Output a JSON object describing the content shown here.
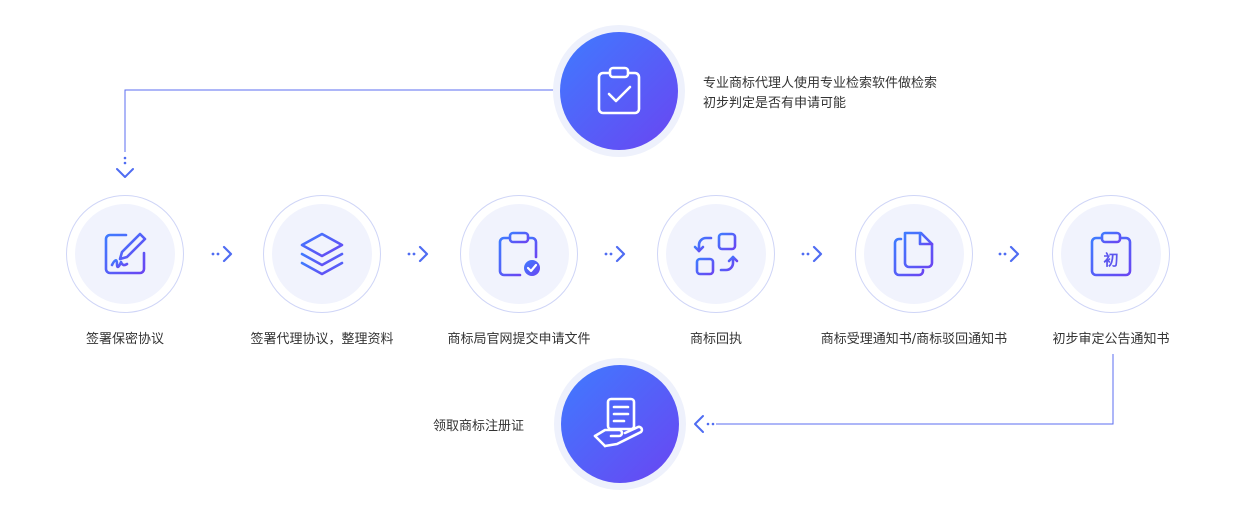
{
  "top_node": {
    "icon": "clipboard-check-icon",
    "description_lines": [
      "专业商标代理人使用专业检索软件做检索",
      "初步判定是否有申请可能"
    ]
  },
  "steps": [
    {
      "label": "签署保密协议",
      "icon": "signature-pen-icon"
    },
    {
      "label": "签署代理协议，整理资料",
      "icon": "layers-icon"
    },
    {
      "label": "商标局官网提交申请文件",
      "icon": "clipboard-submit-icon"
    },
    {
      "label": "商标回执",
      "icon": "exchange-icon"
    },
    {
      "label": "商标受理通知书/商标驳回通知书",
      "icon": "documents-icon"
    },
    {
      "label": "初步审定公告通知书",
      "icon": "notice-clipboard-icon"
    }
  ],
  "notice_icon_glyph": "初",
  "bottom_node": {
    "icon": "hand-certificate-icon",
    "label": "领取商标注册证"
  },
  "colors": {
    "accent_start": "#3f7bff",
    "accent_end": "#6a45f2",
    "line": "#5b6ef0",
    "icon_stroke": "#5b55ee"
  }
}
